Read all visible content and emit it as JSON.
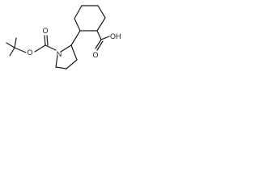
{
  "molecule": {
    "labels": {
      "nitrogen": "N",
      "ester_oxygen": "O",
      "carbonyl_oxygen_boc": "O",
      "carbonyl_oxygen_acid": "O",
      "hydroxyl": "OH"
    },
    "colors": {
      "bond": "#1a1a1a",
      "label": "#1a1a1a"
    }
  }
}
